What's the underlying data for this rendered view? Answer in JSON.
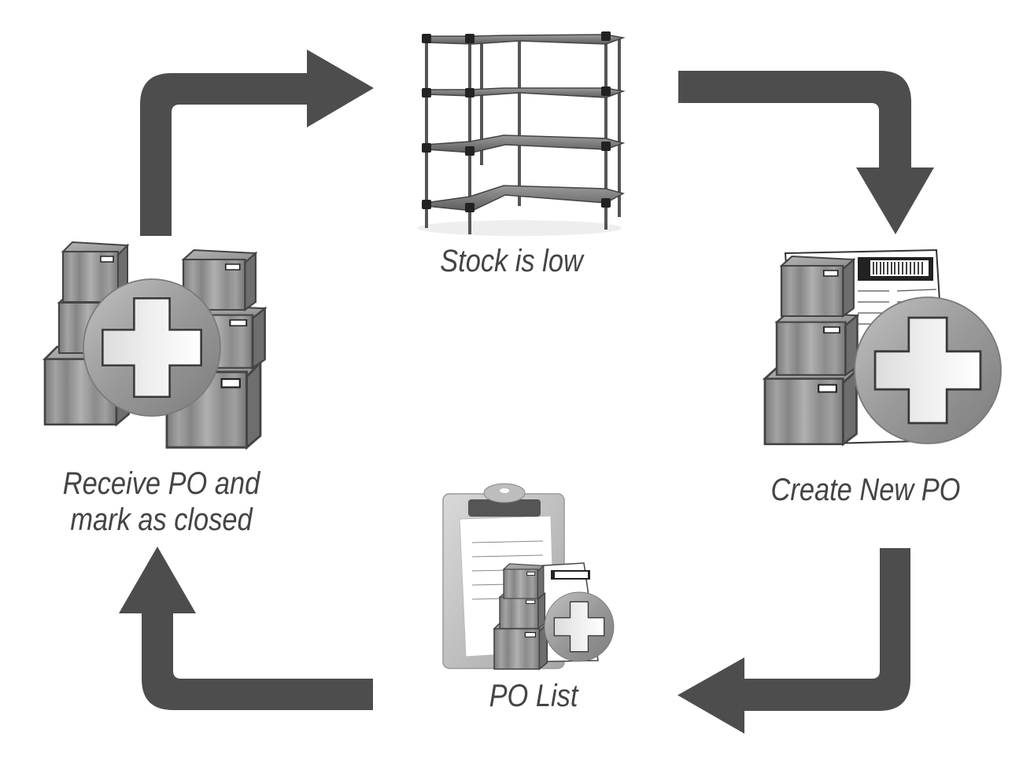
{
  "diagram": {
    "type": "cycle",
    "direction": "clockwise",
    "colors": {
      "arrow": "#4d4d4d",
      "label_text": "#444444",
      "background": "#ffffff",
      "box_fill": "#8f8f8f",
      "plus_badge": "#9a9a9a",
      "plus_sign": "#e6e6e6"
    },
    "nodes": [
      {
        "id": "stock-low",
        "label": "Stock is low",
        "icon": "shelving-unit-icon"
      },
      {
        "id": "create-po",
        "label": "Create New PO",
        "icon": "boxes-document-plus-icon"
      },
      {
        "id": "po-list",
        "label": "PO List",
        "icon": "clipboard-boxes-plus-icon"
      },
      {
        "id": "receive-po",
        "label_lines": [
          "Receive PO and",
          "mark as closed"
        ],
        "icon": "boxes-plus-icon"
      }
    ],
    "edges": [
      {
        "from": "receive-po",
        "to": "stock-low",
        "icon": "arrow-up-right-icon"
      },
      {
        "from": "stock-low",
        "to": "create-po",
        "icon": "arrow-right-down-icon"
      },
      {
        "from": "create-po",
        "to": "po-list",
        "icon": "arrow-down-left-icon"
      },
      {
        "from": "po-list",
        "to": "receive-po",
        "icon": "arrow-left-up-icon"
      }
    ]
  }
}
